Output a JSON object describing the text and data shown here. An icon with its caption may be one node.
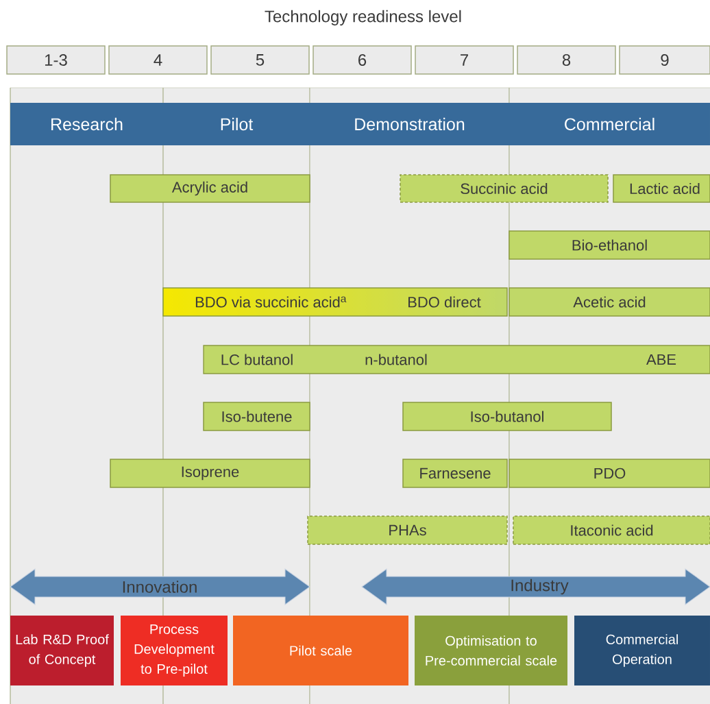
{
  "diagram": {
    "title": "Technology readiness level",
    "nodes": [
      {
        "text": [
          "1-3"
        ]
      },
      {
        "text": [
          "4"
        ]
      },
      {
        "text": [
          "5"
        ]
      },
      {
        "text": [
          "6"
        ]
      },
      {
        "text": [
          "7"
        ]
      },
      {
        "text": [
          "8"
        ]
      },
      {
        "text": [
          "9"
        ]
      },
      {
        "text": [
          "Research"
        ]
      },
      {
        "text": [
          "Pilot"
        ]
      },
      {
        "text": [
          "Demonstration"
        ]
      },
      {
        "text": [
          "Commercial"
        ]
      },
      {
        "text": [
          "Acrylic acid"
        ]
      },
      {
        "text": [
          "Succinic acid"
        ]
      },
      {
        "text": [
          "Lactic acid"
        ]
      },
      {
        "text": [
          "Bio-ethanol"
        ]
      },
      {
        "text": [
          "BDO via succinic acid$^{a}$",
          "BDO direct"
        ]
      },
      {
        "text": [
          "Acetic acid"
        ]
      },
      {
        "text": [
          "LC butanol",
          "n-butanol",
          "ABE"
        ]
      },
      {
        "text": [
          "Iso-butene"
        ]
      },
      {
        "text": [
          "Iso-butanol"
        ]
      },
      {
        "text": [
          "Isoprene"
        ]
      },
      {
        "text": [
          "Farnesene"
        ]
      },
      {
        "text": [
          "PDO"
        ]
      },
      {
        "text": [
          "PHAs"
        ]
      },
      {
        "text": [
          "Itaconic acid"
        ]
      },
      {
        "text": [
          "Innovation"
        ]
      },
      {
        "text": [
          "Industry"
        ]
      },
      {
        "text": [
          "Lab R&D Proof of Concept"
        ]
      },
      {
        "text": [
          "Process Development to Pre-pilot"
        ]
      },
      {
        "text": [
          "Pilot scale"
        ]
      },
      {
        "text": [
          "Optimisation to Pre-commercial scale"
        ]
      },
      {
        "text": [
          "Commercial Operation"
        ]
      }
    ],
    "edges": []
  }
}
